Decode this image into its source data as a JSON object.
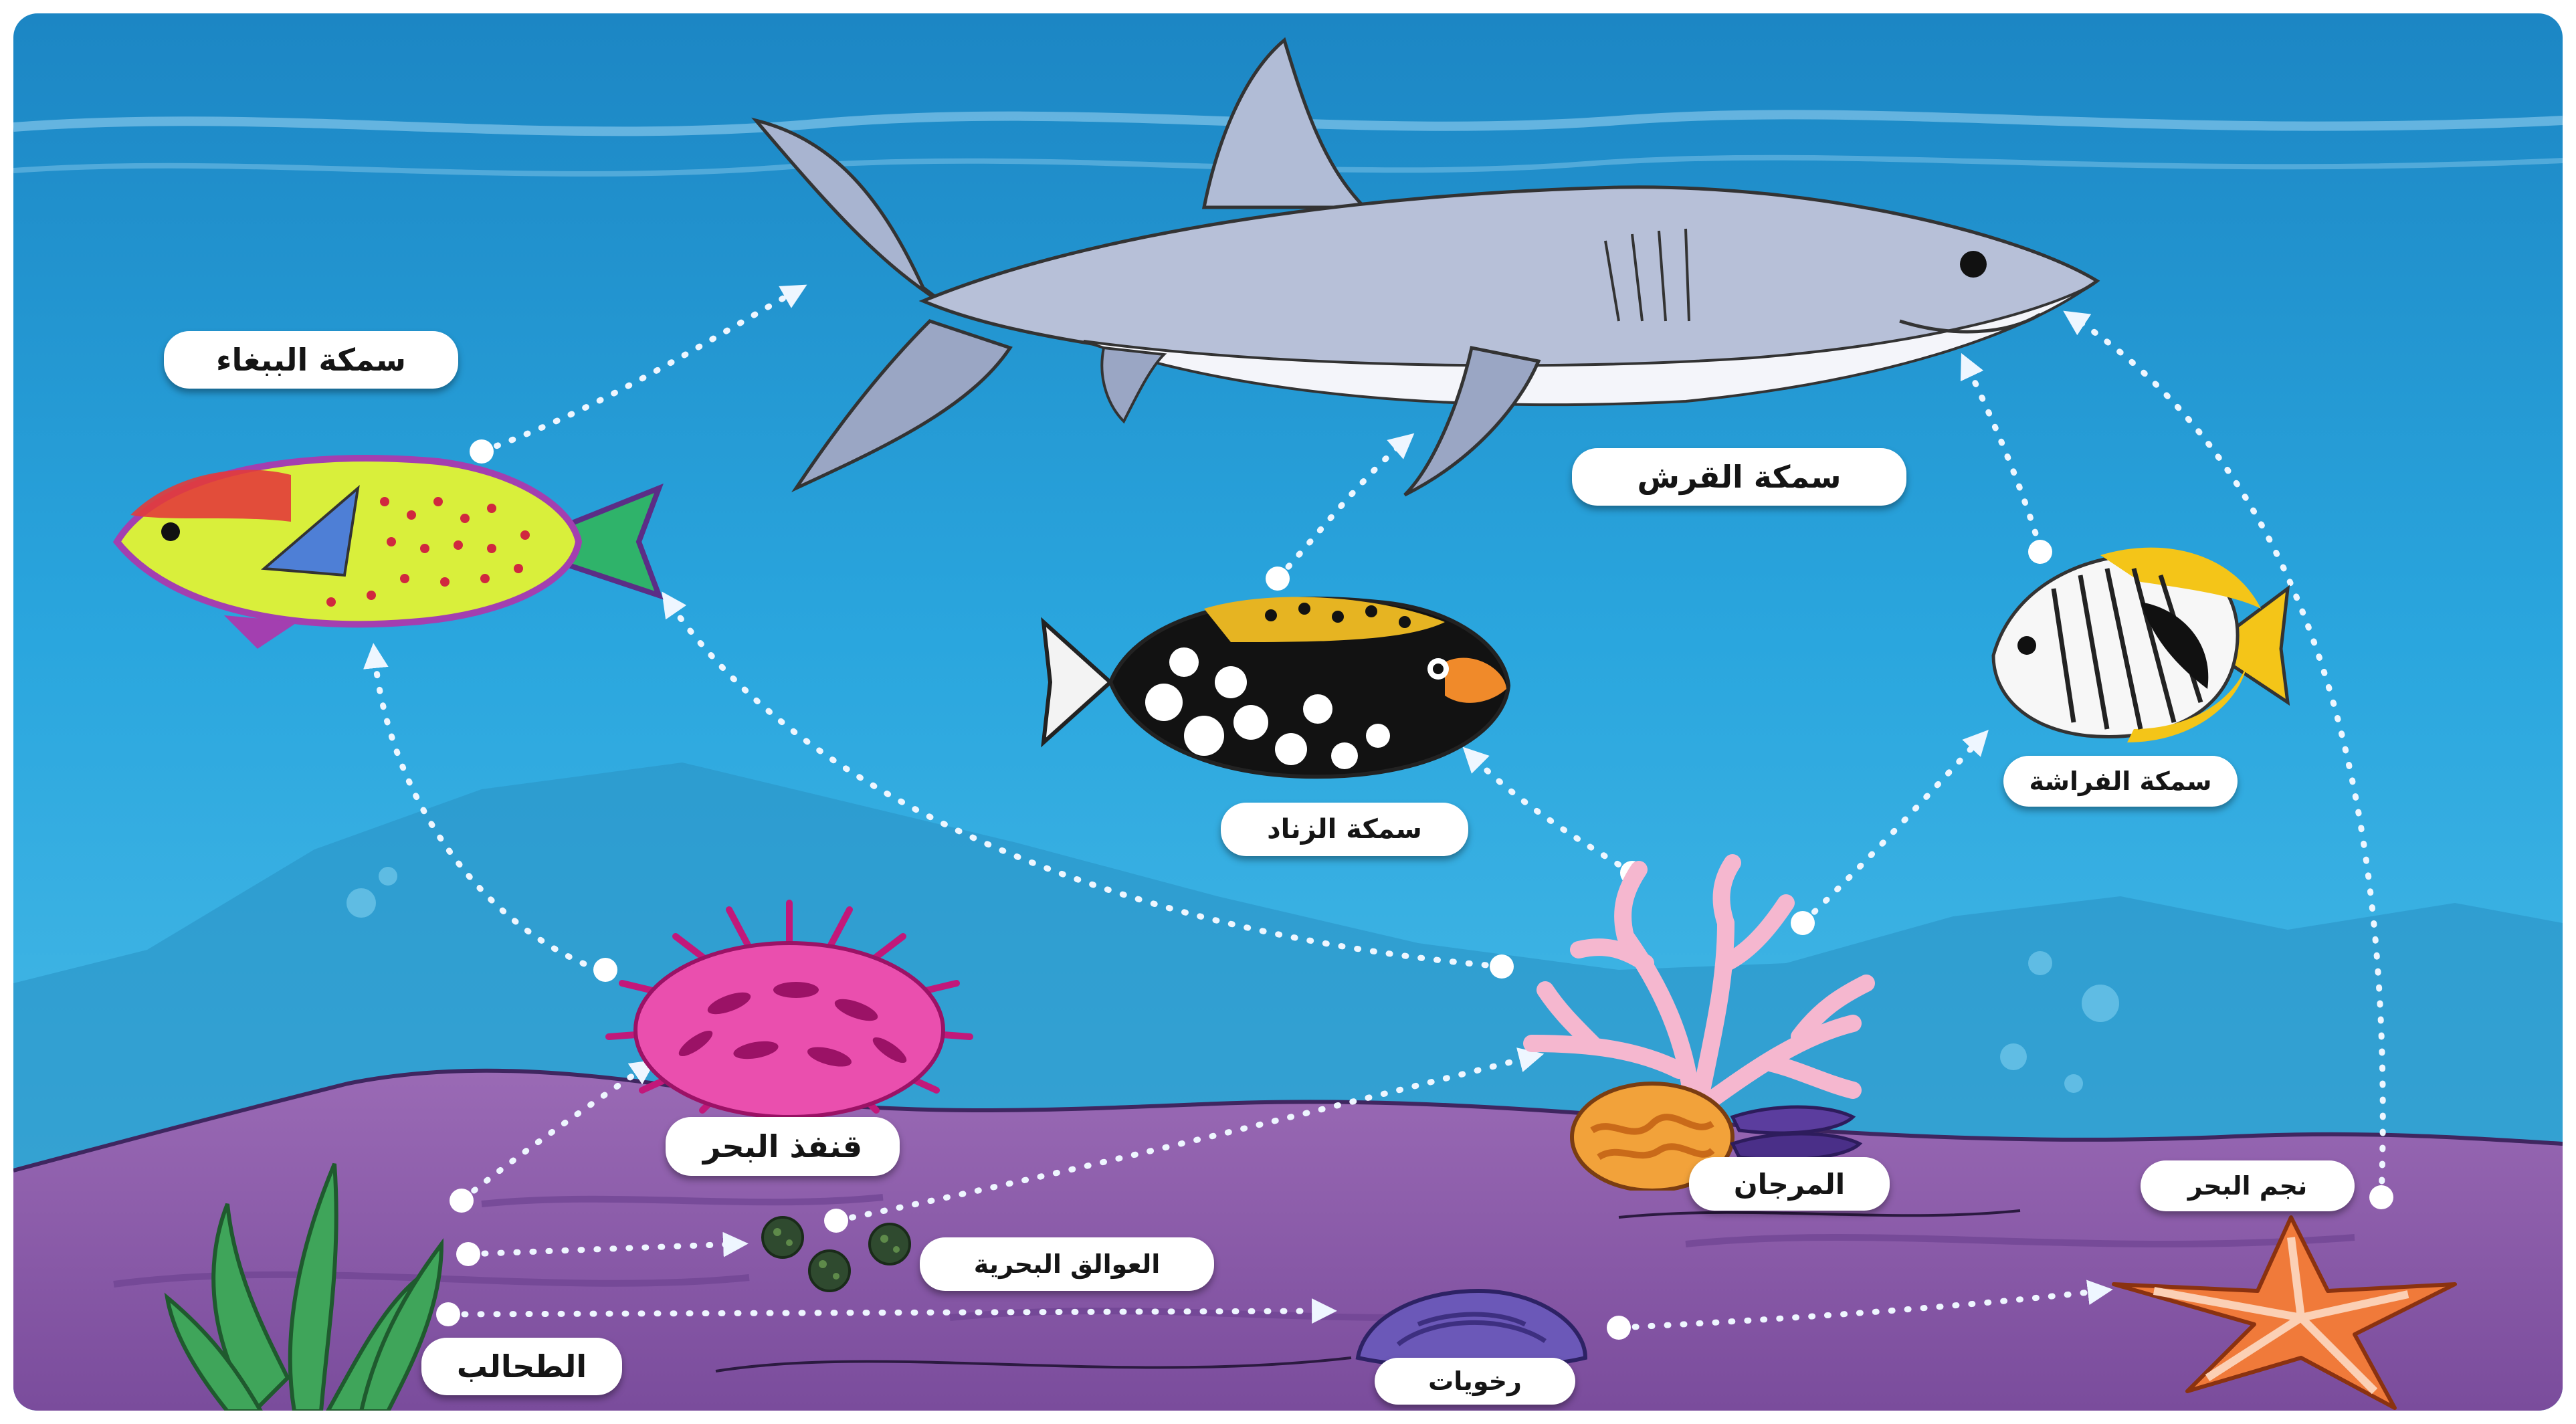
{
  "diagram": {
    "colors": {
      "water_top": "#1c86c4",
      "water_mid": "#2aa6de",
      "water_low": "#53c2ea",
      "seafloor": "#8d5fa8",
      "seafloor_dark": "#6e4391",
      "arrow": "#eef6ff"
    },
    "organisms": {
      "shark": "سمكة القرش",
      "parrotfish": "سمكة الببغاء",
      "triggerfish": "سمكة الزناد",
      "butterflyfish": "سمكة الفراشة",
      "sea_urchin": "قنفذ البحر",
      "coral": "المرجان",
      "plankton": "العوالق البحرية",
      "starfish": "نجم البحر",
      "algae": "الطحالب",
      "mollusks": "رخويات"
    },
    "food_links": [
      {
        "from": "algae",
        "to": "sea_urchin"
      },
      {
        "from": "algae",
        "to": "plankton"
      },
      {
        "from": "algae",
        "to": "mollusks"
      },
      {
        "from": "plankton",
        "to": "coral"
      },
      {
        "from": "sea_urchin",
        "to": "parrotfish"
      },
      {
        "from": "coral",
        "to": "parrotfish"
      },
      {
        "from": "coral",
        "to": "triggerfish"
      },
      {
        "from": "coral",
        "to": "butterflyfish"
      },
      {
        "from": "parrotfish",
        "to": "shark"
      },
      {
        "from": "triggerfish",
        "to": "shark"
      },
      {
        "from": "butterflyfish",
        "to": "shark"
      },
      {
        "from": "starfish",
        "to": "shark"
      },
      {
        "from": "mollusks",
        "to": "starfish"
      }
    ]
  }
}
